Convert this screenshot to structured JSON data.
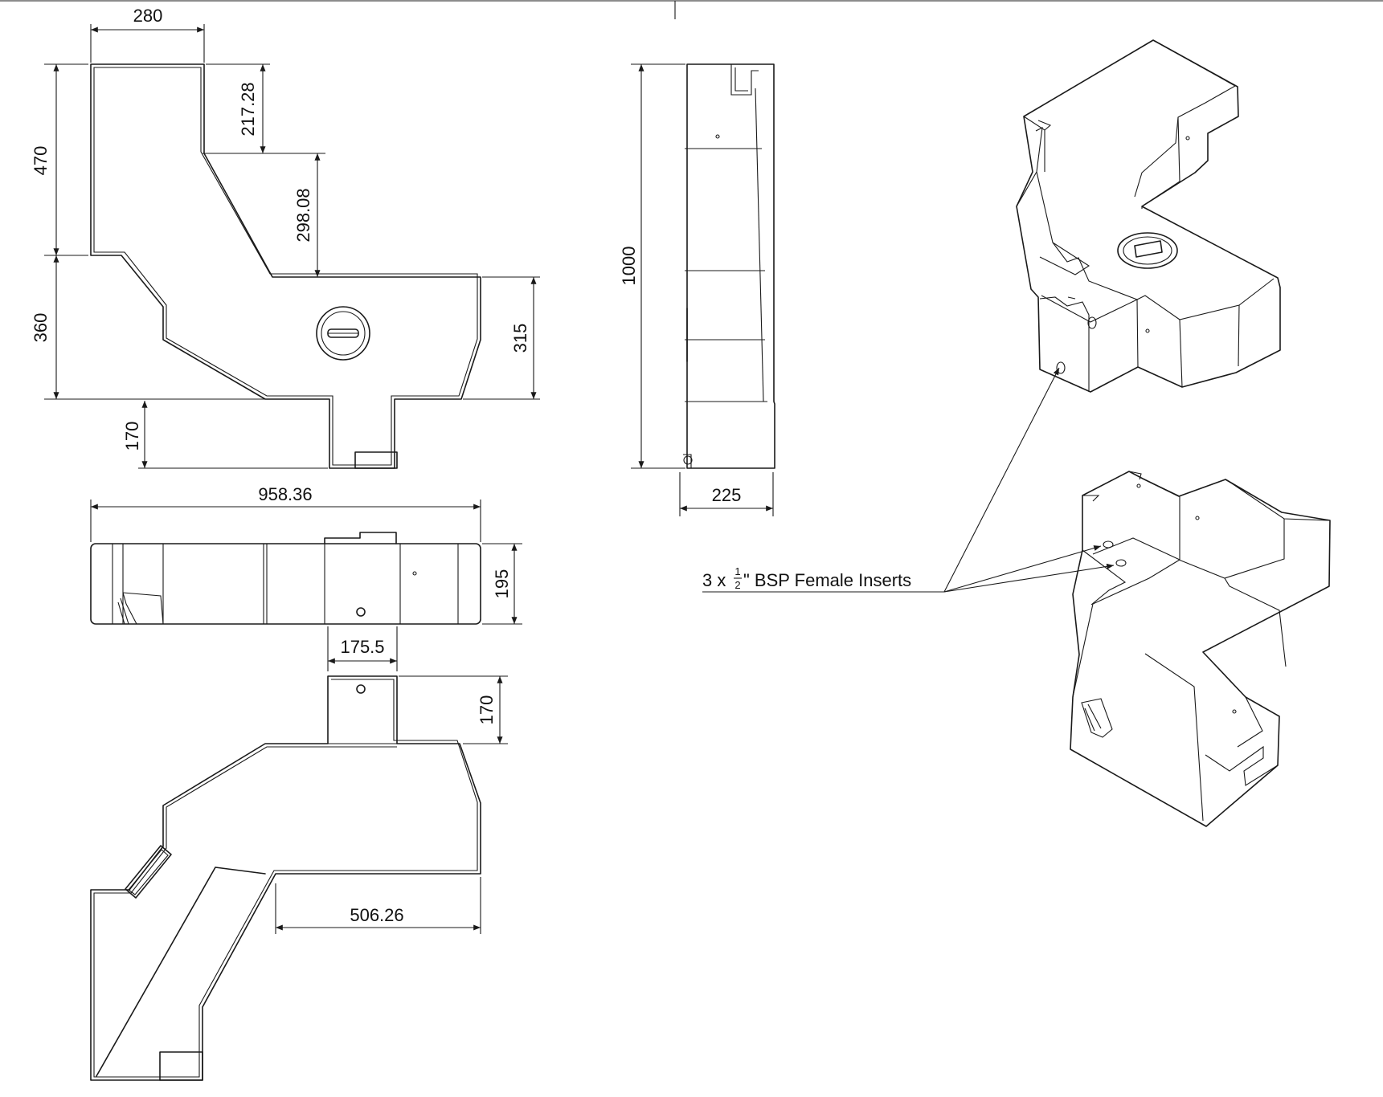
{
  "dimensions": {
    "top_width": "280",
    "upper_height": "470",
    "lower_height": "360",
    "step_217": "217.28",
    "step_298": "298.08",
    "right_height": "315",
    "outlet_height": "170",
    "overall_width": "958.36",
    "side_height": "1000",
    "side_depth": "225",
    "front_height": "195",
    "outlet_width": "175.5",
    "bottom_outlet_height": "170",
    "bottom_width": "506.26"
  },
  "callout": {
    "prefix": "3 x ",
    "fraction_num": "1",
    "fraction_den": "2",
    "suffix": "\" BSP Female Inserts"
  },
  "colors": {
    "line": "#1a1a1a",
    "background": "#ffffff"
  }
}
